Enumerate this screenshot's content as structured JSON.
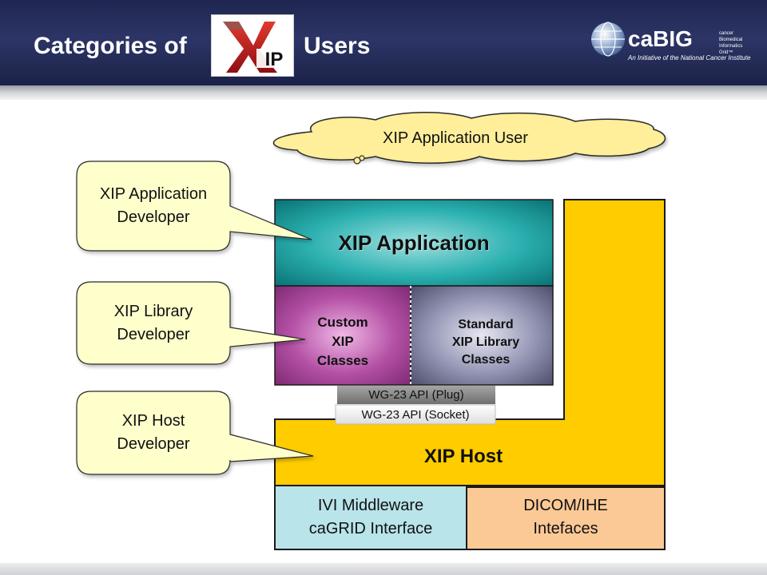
{
  "header": {
    "title_left": "Categories of",
    "title_right": "Users",
    "xip_logo": {
      "letters": "IP",
      "accent": "#c4161c"
    },
    "cabig_logo": {
      "wordmark": "caBIG",
      "subtitle": "cancer Biomedical Informatics Grid™",
      "tagline": "An Initiative of the National Cancer Institute"
    }
  },
  "thought_bubble": {
    "label": "XIP Application User"
  },
  "callouts": [
    {
      "label": "XIP Application\nDeveloper"
    },
    {
      "label": "XIP Library\nDeveloper"
    },
    {
      "label": "XIP Host\nDeveloper"
    }
  ],
  "diagram": {
    "application": {
      "label": "XIP Application",
      "color": "#0e8f91"
    },
    "custom_classes": {
      "label": "Custom\nXIP\nClasses",
      "color": "#9a3a8e"
    },
    "standard_classes": {
      "label": "Standard\nXIP Library\nClasses",
      "color": "#5d5f7c"
    },
    "api_plug": {
      "label": "WG-23 API (Plug)"
    },
    "api_socket": {
      "label": "WG-23 API (Socket)"
    },
    "host": {
      "label": "XIP Host",
      "color": "#ffcc00"
    },
    "middleware": {
      "label": "IVI Middleware\ncaGRID Interface",
      "color": "#b8e4ea"
    },
    "dicom": {
      "label": "DICOM/IHE\nIntefaces",
      "color": "#fbc996"
    }
  }
}
